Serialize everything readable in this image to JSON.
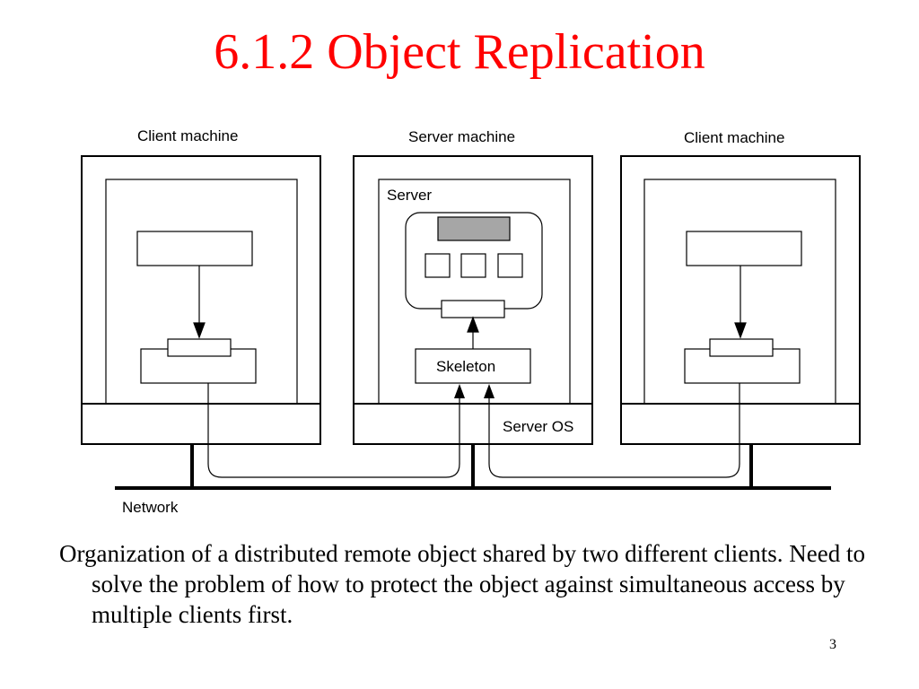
{
  "slide": {
    "title": "6.1.2 Object Replication",
    "caption": "Organization of a distributed remote object shared by two different clients. Need to solve the problem of how to protect the object against simultaneous access by multiple clients first.",
    "number": "3"
  },
  "diagram": {
    "left_machine_label": "Client machine",
    "center_machine_label": "Server machine",
    "right_machine_label": "Client machine",
    "server_label": "Server",
    "skeleton_label": "Skeleton",
    "server_os_label": "Server OS",
    "network_label": "Network",
    "colors": {
      "state_box": "#a6a6a6",
      "title": "#ff0000"
    }
  }
}
